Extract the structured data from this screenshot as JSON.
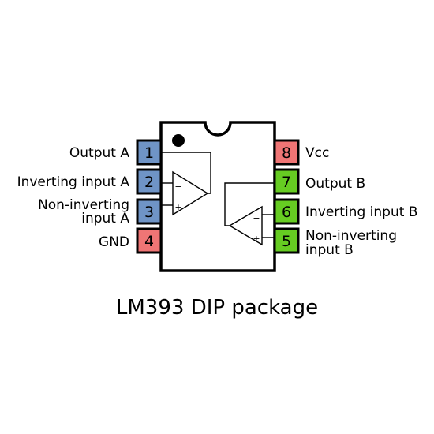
{
  "title": "LM393 DIP package",
  "colors": {
    "left_signal_pin": "#6f94c6",
    "power_pin": "#ef7575",
    "right_signal_pin": "#66cc22",
    "outline": "#000000",
    "background": "#ffffff"
  },
  "pins": [
    {
      "number": "1",
      "label_lines": [
        "Output A"
      ]
    },
    {
      "number": "2",
      "label_lines": [
        "Inverting input A"
      ]
    },
    {
      "number": "3",
      "label_lines": [
        "Non-inverting",
        "input A"
      ]
    },
    {
      "number": "4",
      "label_lines": [
        "GND"
      ]
    },
    {
      "number": "5",
      "label_lines": [
        "Non-inverting",
        "input B"
      ]
    },
    {
      "number": "6",
      "label_lines": [
        "Inverting input B"
      ]
    },
    {
      "number": "7",
      "label_lines": [
        "Output B"
      ]
    },
    {
      "number": "8",
      "label_lines": [
        "Vcc"
      ]
    }
  ],
  "opamps": {
    "a": {
      "minus": "−",
      "plus": "+"
    },
    "b": {
      "minus": "−",
      "plus": "+"
    }
  }
}
